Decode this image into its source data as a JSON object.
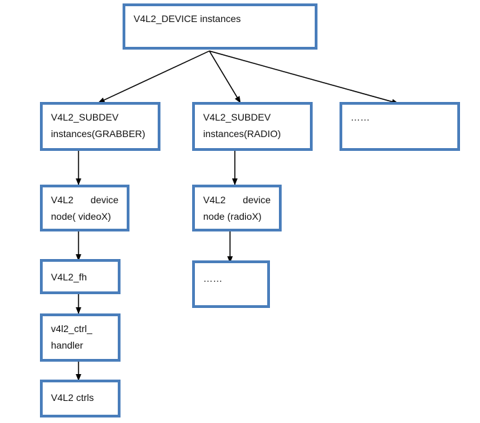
{
  "diagram": {
    "border_color": "#4a7ebb",
    "arrow_color": "#000000",
    "nodes": {
      "root": {
        "lines": [
          "V4L2_DEVICE instances"
        ]
      },
      "subdev_grabber": {
        "lines": [
          "V4L2_SUBDEV",
          "instances(GRABBER)"
        ]
      },
      "subdev_radio": {
        "lines": [
          "V4L2_SUBDEV",
          "instances(RADIO)"
        ]
      },
      "more_top": {
        "lines": [
          "……"
        ]
      },
      "node_video": {
        "line1_left": "V4L2",
        "line1_right": "device",
        "line2": "node( videoX)"
      },
      "node_radio": {
        "line1_left": "V4L2",
        "line1_right": "device",
        "line2": "node (radioX)"
      },
      "fh": {
        "lines": [
          "V4L2_fh"
        ]
      },
      "more_radio": {
        "lines": [
          "……"
        ]
      },
      "ctrl_handler": {
        "lines": [
          "v4l2_ctrl_",
          "handler"
        ]
      },
      "ctrls": {
        "lines": [
          "V4L2 ctrls"
        ]
      }
    }
  }
}
